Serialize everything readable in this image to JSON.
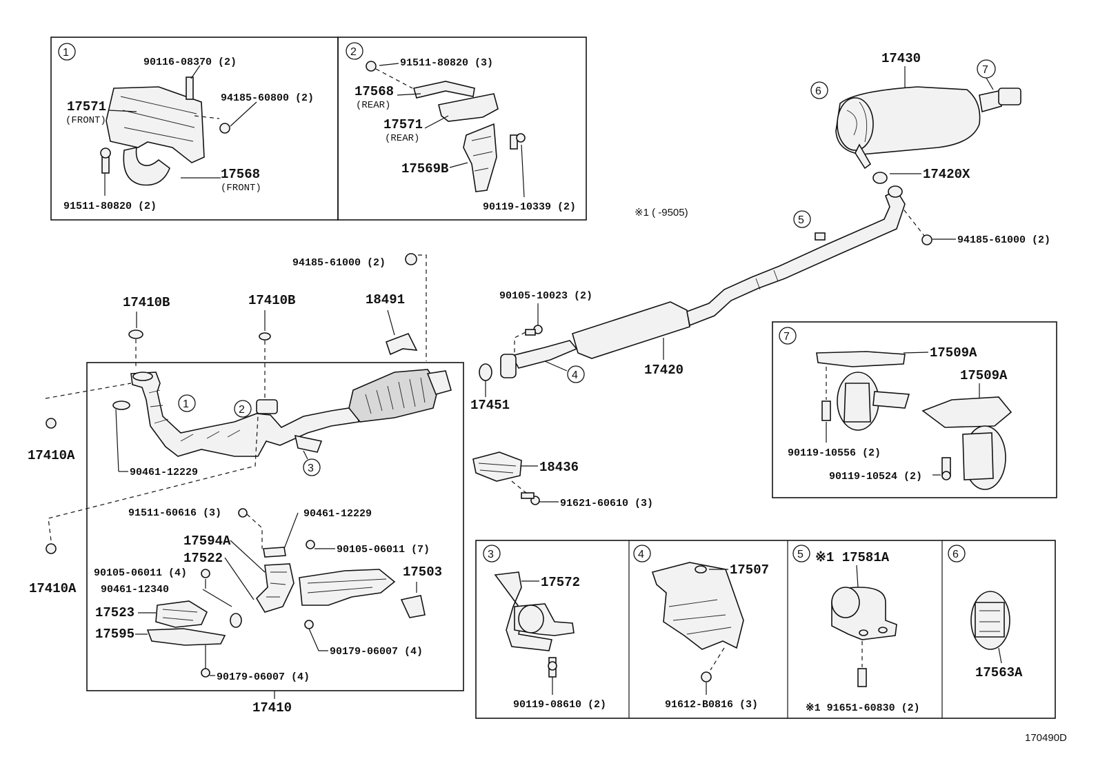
{
  "inset1": {
    "index": "1",
    "labels": [
      "90116-08370 (2)",
      "94185-60800 (2)",
      "17571",
      "(FRONT)",
      "17568",
      "(FRONT)",
      "91511-80820 (2)"
    ]
  },
  "inset2": {
    "index": "2",
    "labels": [
      "91511-80820 (3)",
      "17568",
      "(REAR)",
      "17571",
      "(REAR)",
      "17569B",
      "90119-10339 (2)"
    ]
  },
  "rear": {
    "muffler": "17430",
    "callout6": "6",
    "callout7": "7",
    "gasket": "17420X",
    "nut": "94185-61000 (2)",
    "pipe_callout": "5",
    "note": "※1 (      -9505)"
  },
  "center": {
    "bolt_a": "90105-10023 (2)",
    "front_pipe_callout": "4",
    "center_pipe": "17420",
    "gasket": "17451",
    "protector": "18436",
    "bolt_b": "91621-60610 (3)"
  },
  "manifold": {
    "nut_top": "94185-61000 (2)",
    "gasket_left": "17410B",
    "gasket_right": "17410B",
    "bracket": "18491",
    "nut_left_top": "17410A",
    "nut_left_bottom": "17410A",
    "clamp": "90461-12229",
    "callout1": "1",
    "callout2": "2",
    "callout3": "3",
    "bolt_c": "91511-60616 (3)",
    "clamp2": "90461-12229",
    "insulator_a": "17594A",
    "insulator_b": "17522",
    "bolt_d": "90105-06011 (7)",
    "bolt_e": "90105-06011 (4)",
    "clamp3": "90461-12340",
    "insulator_c": "17503",
    "insulator_d": "17523",
    "insulator_e": "17595",
    "nut_f": "90179-06007 (4)",
    "nut_g": "90179-06007 (4)",
    "assembly": "17410"
  },
  "inset7": {
    "index": "7",
    "labels": [
      "17509A",
      "17509A",
      "90119-10556 (2)",
      "90119-10524 (2)"
    ]
  },
  "panel3": {
    "index": "3",
    "part": "17572",
    "bolt": "90119-08610 (2)"
  },
  "panel4": {
    "index": "4",
    "part": "17507",
    "bolt": "91612-B0816 (3)"
  },
  "panel5": {
    "index": "5",
    "part": "※1 17581A",
    "bolt": "※1 91651-60830 (2)"
  },
  "panel6": {
    "index": "6",
    "part": "17563A"
  },
  "footer": {
    "code": "170490D"
  }
}
